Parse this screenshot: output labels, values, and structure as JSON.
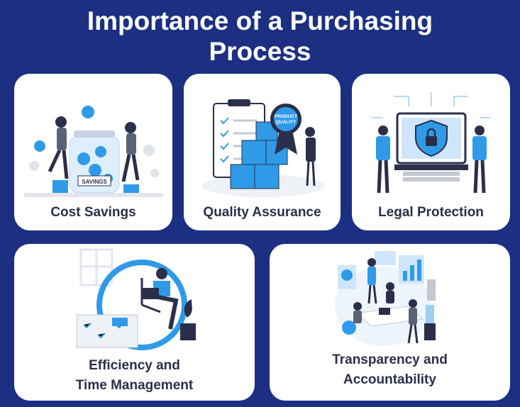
{
  "page": {
    "title_line1": "Importance of a Purchasing",
    "title_line2": "Process"
  },
  "cards": [
    {
      "label": "Cost Savings",
      "jar_text": "SAVINGS"
    },
    {
      "label": "Quality Assurance",
      "badge_line1": "PRODUCT",
      "badge_line2": "QUALITY"
    },
    {
      "label": "Legal Protection"
    },
    {
      "label_line1": "Efficiency and",
      "label_line2": "Time Management"
    },
    {
      "label_line1": "Transparency and",
      "label_line2": "Accountability"
    }
  ],
  "colors": {
    "background": "#1c2f82",
    "card": "#ffffff",
    "accent_blue": "#2f9be8",
    "dark": "#2b2f4a"
  }
}
